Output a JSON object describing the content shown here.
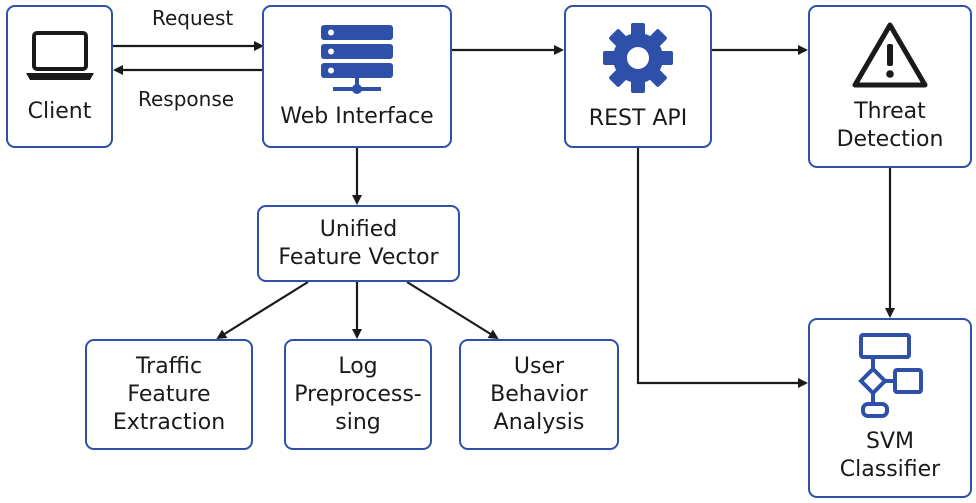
{
  "nodes": {
    "client": {
      "label": "Client",
      "icon": "laptop-icon"
    },
    "web_interface": {
      "label": "Web Interface",
      "icon": "server-icon"
    },
    "rest_api": {
      "label": "REST API",
      "icon": "gear-icon"
    },
    "threat_detection": {
      "label": "Threat\nDetection",
      "icon": "warning-icon"
    },
    "unified_feature_vector": {
      "label": "Unified\nFeature Vector"
    },
    "traffic_feature_extraction": {
      "label": "Traffic\nFeature\nExtraction"
    },
    "log_preprocessing": {
      "label": "Log\nPreprocess-\nsing"
    },
    "user_behavior_analysis": {
      "label": "User\nBehavior\nAnalysis"
    },
    "svm_classifier": {
      "label": "SVM\nClassifier",
      "icon": "flowchart-icon"
    }
  },
  "edges": {
    "request": "Request",
    "response": "Response"
  },
  "colors": {
    "accent": "#2f50a8",
    "line": "#1a1a1a",
    "icon_dark": "#1a1a1a"
  }
}
